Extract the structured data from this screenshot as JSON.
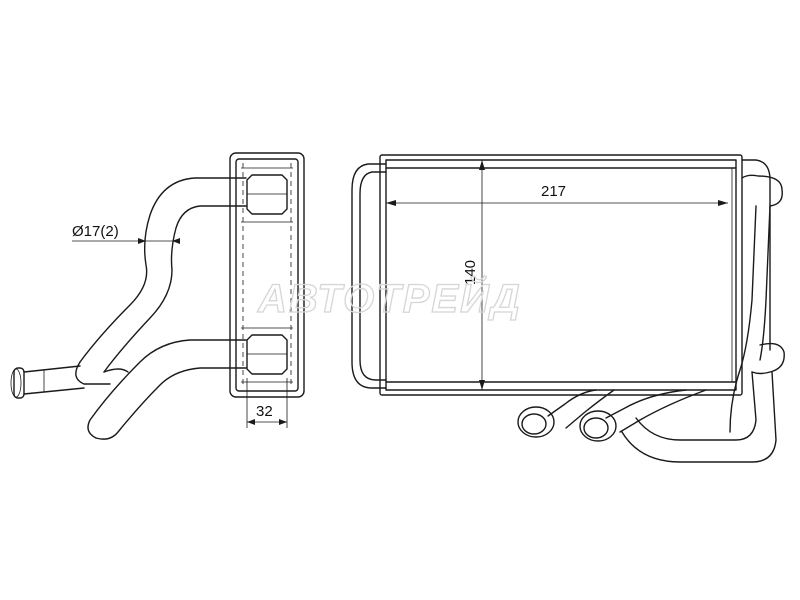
{
  "dimensions": {
    "tube_diameter": "Ø17(2)",
    "thickness": "32",
    "width": "217",
    "height": "140"
  },
  "watermark": "АВТОТРЕЙД",
  "colors": {
    "line": "#1a1a1a",
    "watermark": "#d6d6d6",
    "background": "#ffffff"
  }
}
